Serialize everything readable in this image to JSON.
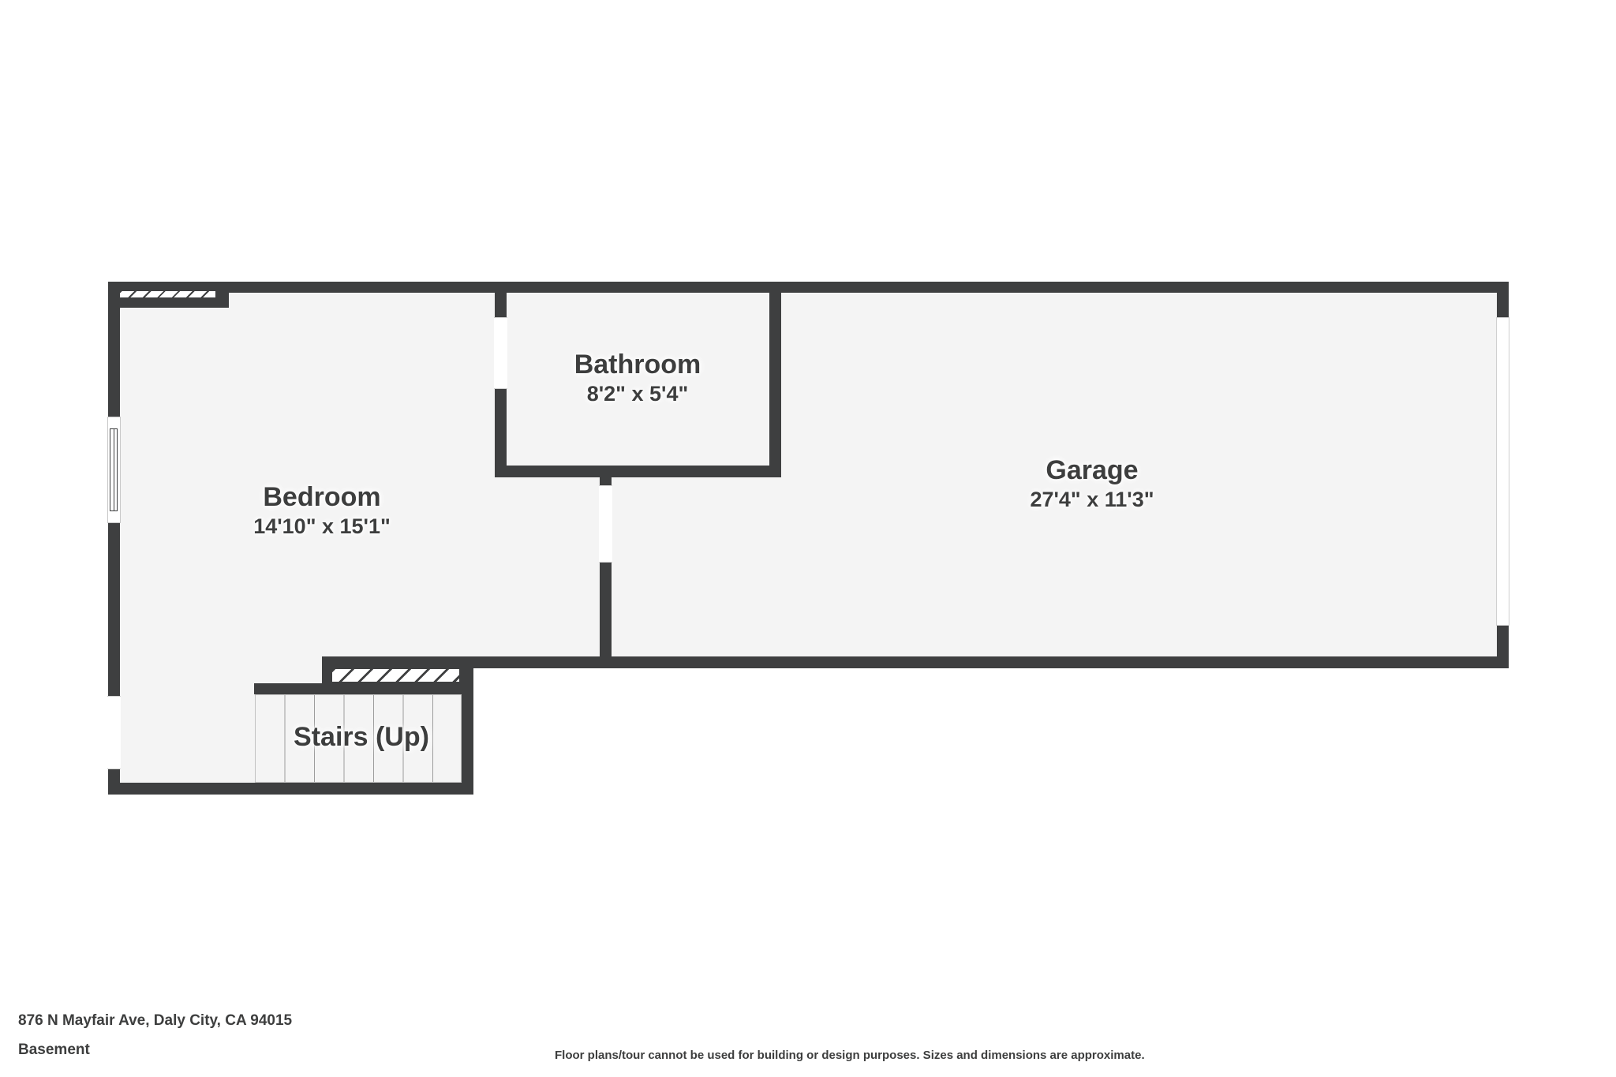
{
  "colors": {
    "wall": "#3e3f40",
    "floor": "#f4f4f4",
    "text": "#3d3e3e"
  },
  "rooms": {
    "bedroom": {
      "label": "Bedroom",
      "dimensions": "14'10\" x 15'1\""
    },
    "bathroom": {
      "label": "Bathroom",
      "dimensions": "8'2\" x 5'4\""
    },
    "garage": {
      "label": "Garage",
      "dimensions": "27'4\" x 11'3\""
    },
    "stairs": {
      "label": "Stairs (Up)"
    }
  },
  "footer": {
    "address": "876 N Mayfair Ave, Daly City, CA 94015",
    "level": "Basement",
    "disclaimer": "Floor plans/tour cannot be used for building or design purposes. Sizes and dimensions are approximate."
  }
}
